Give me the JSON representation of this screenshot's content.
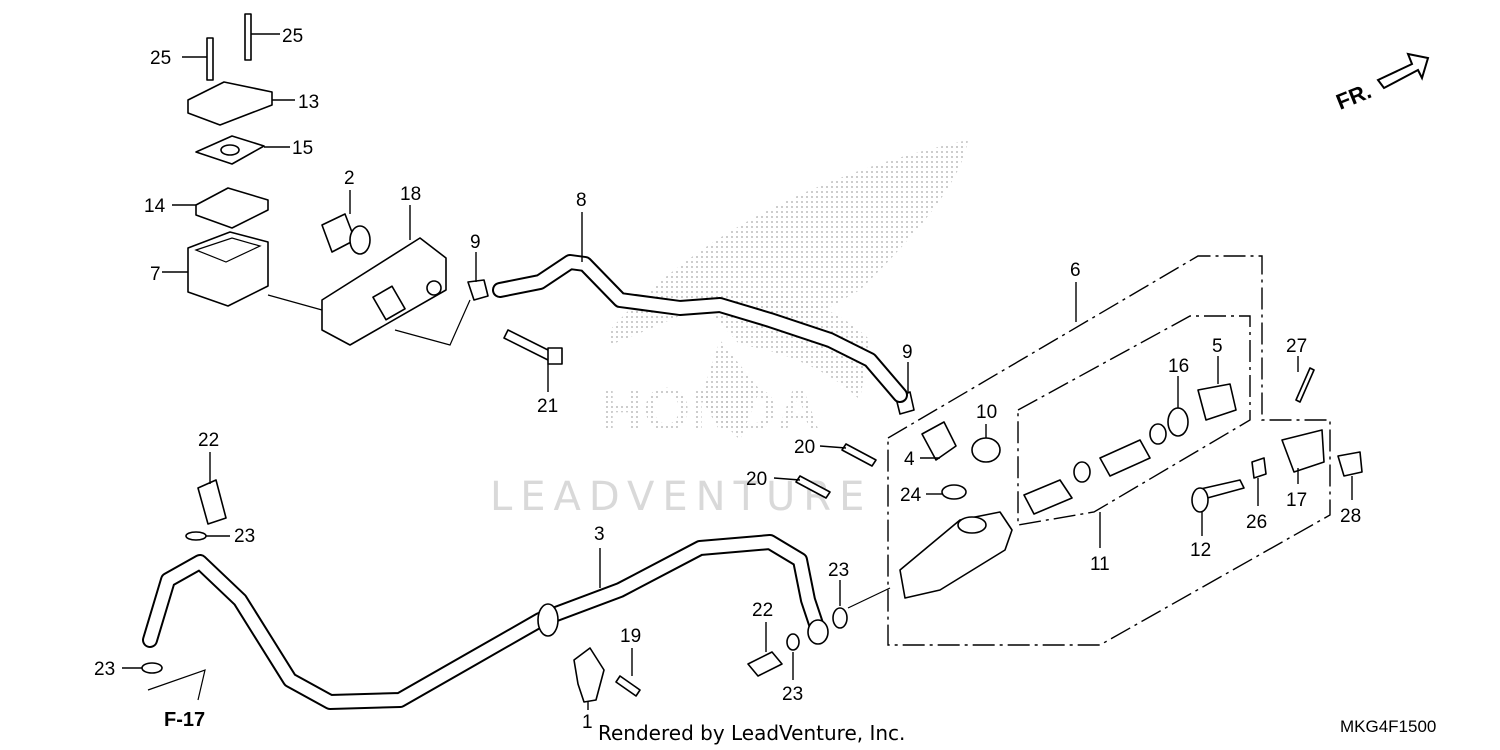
{
  "callouts": [
    {
      "id": "p25a",
      "text": "25"
    },
    {
      "id": "p25b",
      "text": "25"
    },
    {
      "id": "p13",
      "text": "13"
    },
    {
      "id": "p15",
      "text": "15"
    },
    {
      "id": "p14",
      "text": "14"
    },
    {
      "id": "p7",
      "text": "7"
    },
    {
      "id": "p2",
      "text": "2"
    },
    {
      "id": "p18",
      "text": "18"
    },
    {
      "id": "p9a",
      "text": "9"
    },
    {
      "id": "p8",
      "text": "8"
    },
    {
      "id": "p21",
      "text": "21"
    },
    {
      "id": "p9b",
      "text": "9"
    },
    {
      "id": "p6",
      "text": "6"
    },
    {
      "id": "p10",
      "text": "10"
    },
    {
      "id": "p4",
      "text": "4"
    },
    {
      "id": "p24",
      "text": "24"
    },
    {
      "id": "p20a",
      "text": "20"
    },
    {
      "id": "p20b",
      "text": "20"
    },
    {
      "id": "p16",
      "text": "16"
    },
    {
      "id": "p5",
      "text": "5"
    },
    {
      "id": "p27",
      "text": "27"
    },
    {
      "id": "p11",
      "text": "11"
    },
    {
      "id": "p12",
      "text": "12"
    },
    {
      "id": "p26",
      "text": "26"
    },
    {
      "id": "p17",
      "text": "17"
    },
    {
      "id": "p28",
      "text": "28"
    },
    {
      "id": "p22a",
      "text": "22"
    },
    {
      "id": "p23a",
      "text": "23"
    },
    {
      "id": "p3",
      "text": "3"
    },
    {
      "id": "p23b",
      "text": "23"
    },
    {
      "id": "p22b",
      "text": "22"
    },
    {
      "id": "p23c",
      "text": "23"
    },
    {
      "id": "p19",
      "text": "19"
    },
    {
      "id": "p1",
      "text": "1"
    },
    {
      "id": "p23d",
      "text": "23"
    }
  ],
  "front_marker": "FR.",
  "ref_label": "F-17",
  "watermark_text": "LEADVENTURE",
  "logo_text": "HONDA",
  "footer": "Rendered by LeadVenture, Inc.",
  "diagram_code": "MKG4F1500",
  "colors": {
    "line": "#000000",
    "watermark": "#d9d9d9",
    "logo_dots": "#bdbdbd"
  }
}
